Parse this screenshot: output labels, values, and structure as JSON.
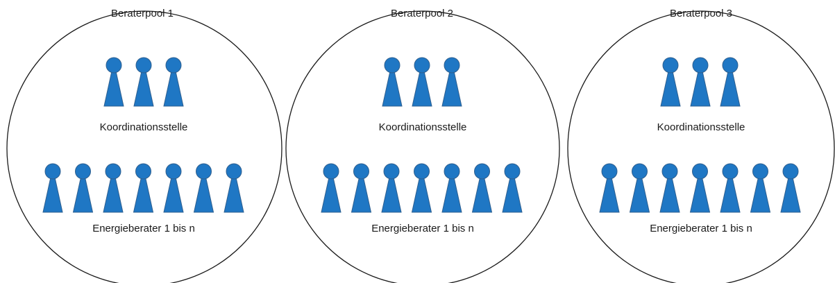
{
  "pools": [
    {
      "title": "Beraterpool 1",
      "coordination_label": "Koordinationsstelle",
      "coordination_count": 3,
      "advisors_label": "Energieberater 1 bis n",
      "advisors_count": 7
    },
    {
      "title": "Beraterpool 2",
      "coordination_label": "Koordinationsstelle",
      "coordination_count": 3,
      "advisors_label": "Energieberater 1 bis n",
      "advisors_count": 7
    },
    {
      "title": "Beraterpool 3",
      "coordination_label": "Koordinationsstelle",
      "coordination_count": 3,
      "advisors_label": "Energieberater 1 bis n",
      "advisors_count": 7
    }
  ],
  "colors": {
    "figure_fill": "#1f77c4",
    "figure_stroke": "#2e5f8f",
    "circle_stroke": "#1a1a1a"
  },
  "icons": {
    "person": "person-icon"
  }
}
